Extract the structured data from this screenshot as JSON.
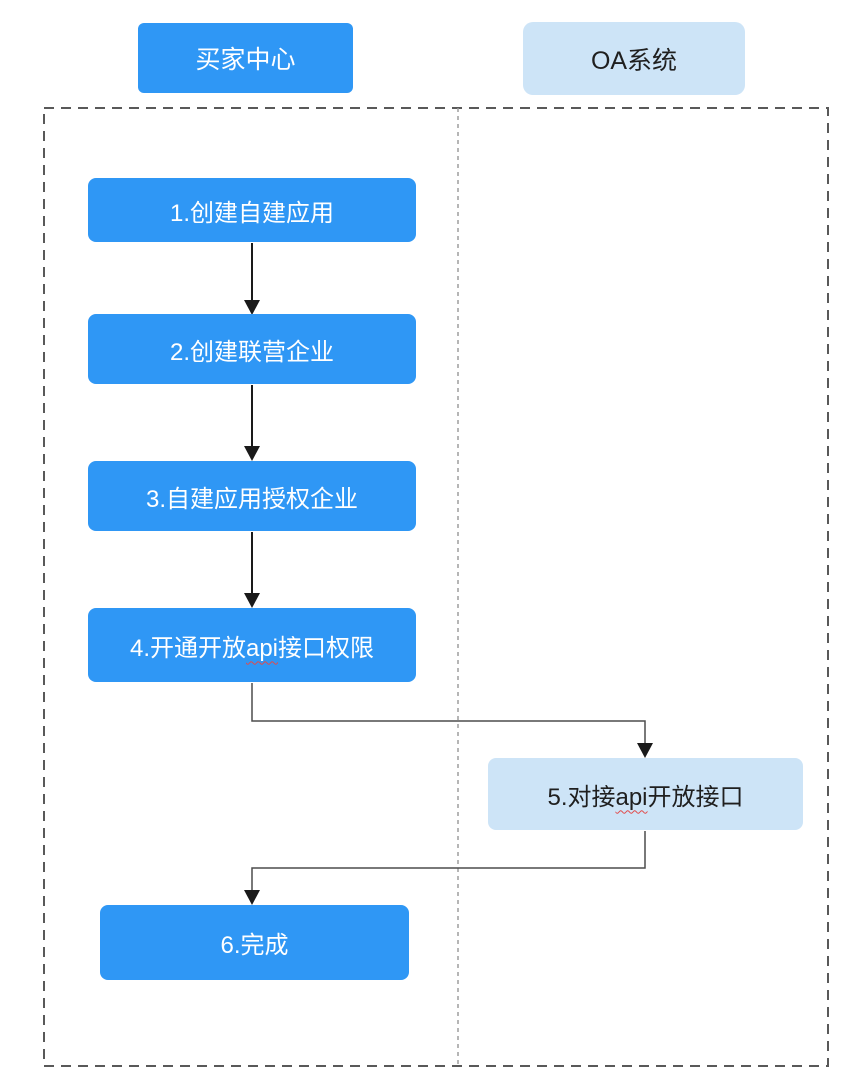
{
  "colors": {
    "primary_blue": "#2F97F5",
    "light_blue": "#CDE4F7",
    "box_text_light": "#FFFFFF",
    "box_text_dark": "#1F1F1F",
    "arrow_black": "#1A1A1A",
    "connector_gray": "#4D4D4D",
    "outer_border_gray": "#595959",
    "divider_gray": "#9E9E9E",
    "squiggle_red": "#E14B4B"
  },
  "lanes": [
    {
      "id": "buyer-center",
      "label": "买家中心"
    },
    {
      "id": "oa-system",
      "label": "OA系统"
    }
  ],
  "steps": [
    {
      "label": "1.创建自建应用",
      "lane": "买家中心"
    },
    {
      "label": "2.创建联营企业",
      "lane": "买家中心"
    },
    {
      "label": "3.自建应用授权企业",
      "lane": "买家中心"
    },
    {
      "pre": "4.开通开放",
      "highlight": "api",
      "post": "接口权限",
      "lane": "买家中心"
    },
    {
      "pre": "5.对接",
      "highlight": "api",
      "post": "开放接口",
      "lane": "OA系统"
    },
    {
      "label": "6.完成",
      "lane": "买家中心"
    }
  ]
}
